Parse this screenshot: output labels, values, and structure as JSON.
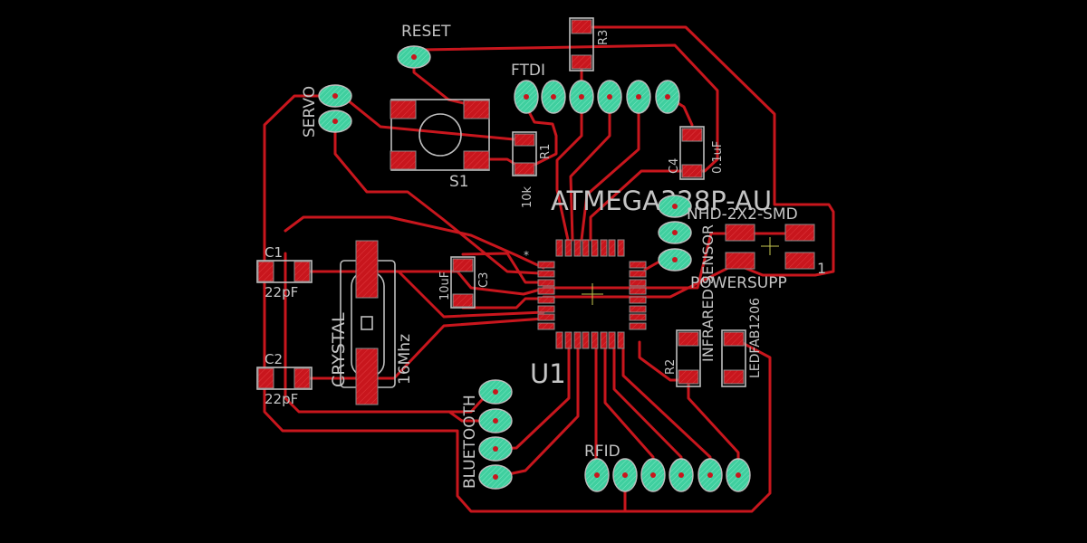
{
  "colors": {
    "background": "#000000",
    "trace": "#c8161d",
    "smd_pad": "#c8161d",
    "via_pad": "#3fcf9f",
    "silkscreen": "#c4c4c4"
  },
  "labels": {
    "reset": "RESET",
    "servo": "SERVO",
    "ftdi": "FTDI",
    "r3": "R3",
    "s1": "S1",
    "r1": "R1",
    "r1_value": "10k",
    "c4": "C4",
    "c4_value": "0.1uF",
    "mcu": "ATMEGA328P-AU",
    "nhd": "NHD-2X2-SMD",
    "power": "POWERSUPP",
    "power_pin": "1",
    "sensor": "INFRARED SENSOR",
    "u1": "U1",
    "c3": "C3",
    "c3_value": "10uF",
    "c1": "C1",
    "c1_value": "22pF",
    "c2": "C2",
    "c2_value": "22pF",
    "crystal": "CRYSTAL",
    "crystal_value": "16Mhz",
    "bluetooth": "BLUETOOTH",
    "rfid": "RFID",
    "r2": "R2",
    "led": "LEDFAB1206",
    "pin1_marker": "*"
  }
}
